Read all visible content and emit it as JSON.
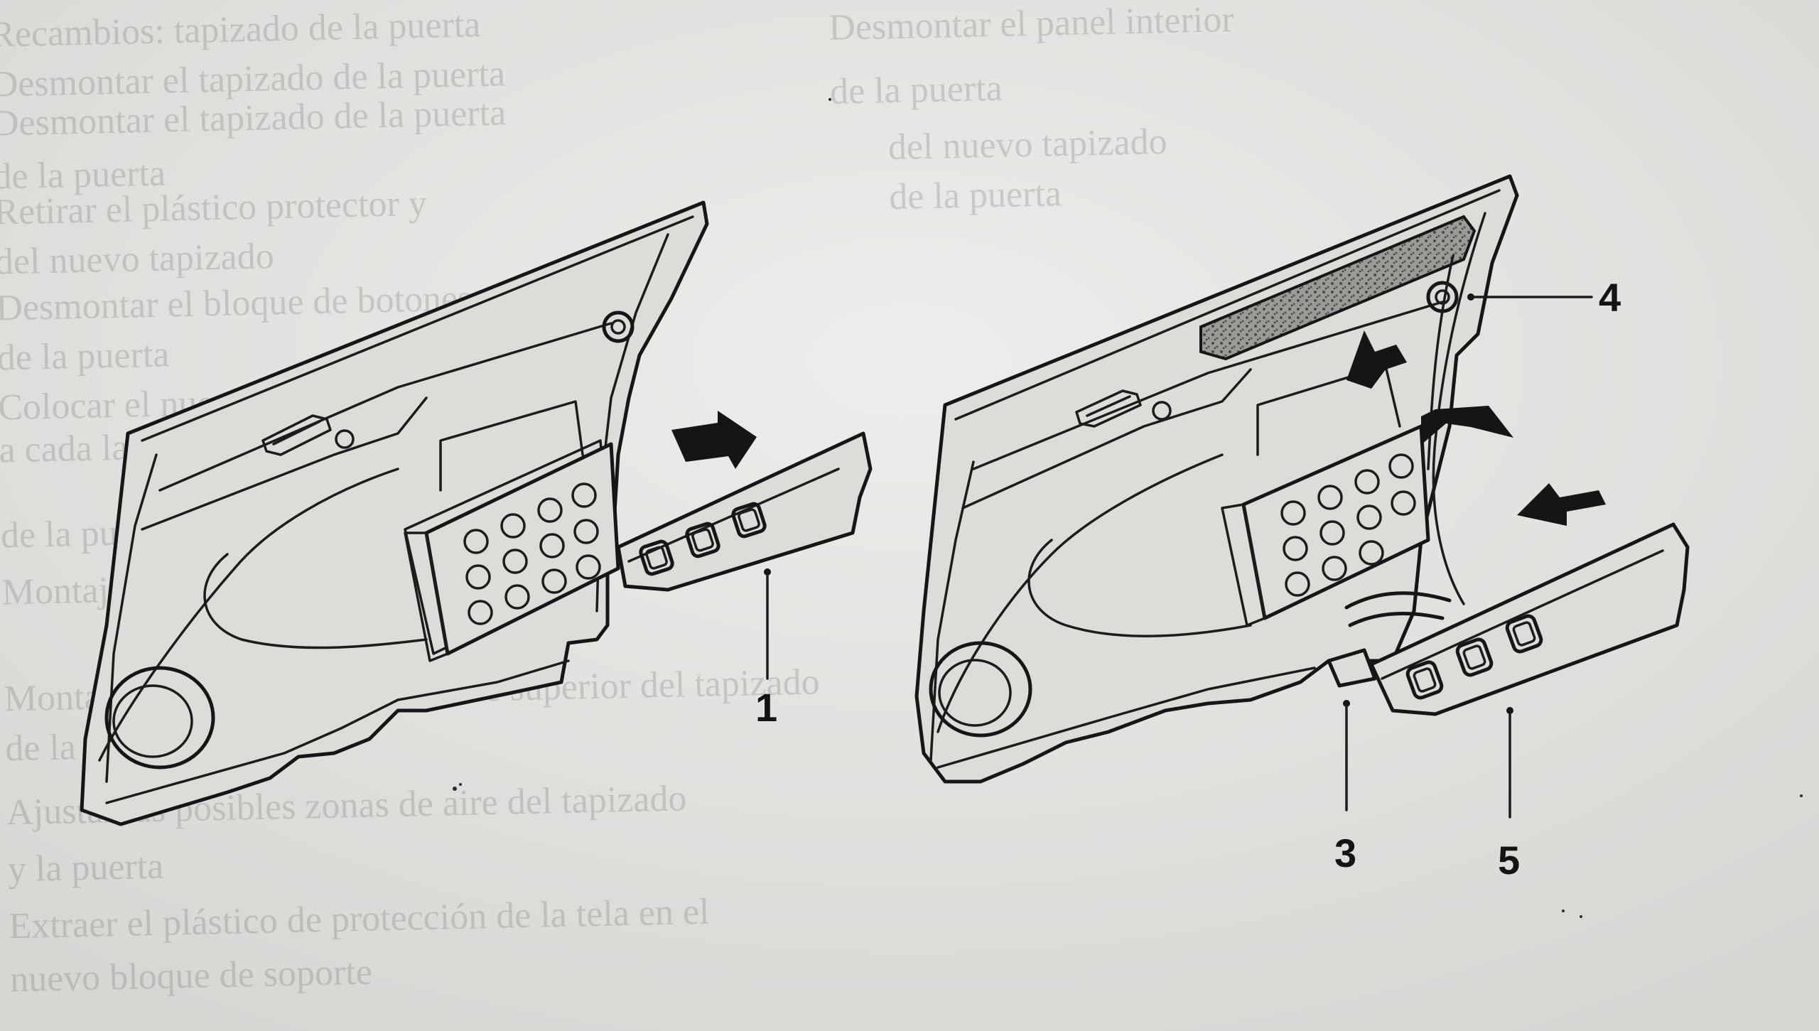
{
  "background_text": {
    "left_column": [
      "Recambios: tapizado de la puerta",
      "Desmontar el tapizado de la puerta",
      "Desmontar el tapizado de la puerta",
      "de la puerta",
      "Retirar el plástico protector y",
      "del nuevo tapizado",
      "Desmontar el bloque de botones",
      "de la puerta",
      "Colocar el nuevo panel",
      "a cada lado y ajustar",
      "de la puerta",
      "Montaje",
      "Montar el nuevo panel en la parte superior del tapizado",
      "de la puerta",
      "Ajustar las posibles zonas de aire del tapizado",
      "y la puerta",
      "Extraer el plástico de protección de la tela en el",
      "nuevo bloque de soporte"
    ],
    "right_column": [
      "Desmontar el panel interior",
      "de la puerta",
      "del nuevo tapizado",
      "de la puerta"
    ]
  },
  "callouts": [
    {
      "id": "1",
      "label": "1",
      "target": "window-switch-panel"
    },
    {
      "id": "3",
      "label": "3",
      "target": "armrest-clip"
    },
    {
      "id": "4",
      "label": "4",
      "target": "top-clip"
    },
    {
      "id": "5",
      "label": "5",
      "target": "window-switch-panel"
    }
  ],
  "colors": {
    "paper": "#e6e6e4",
    "ink": "#161616",
    "bleed_through": "#5a5a58"
  }
}
